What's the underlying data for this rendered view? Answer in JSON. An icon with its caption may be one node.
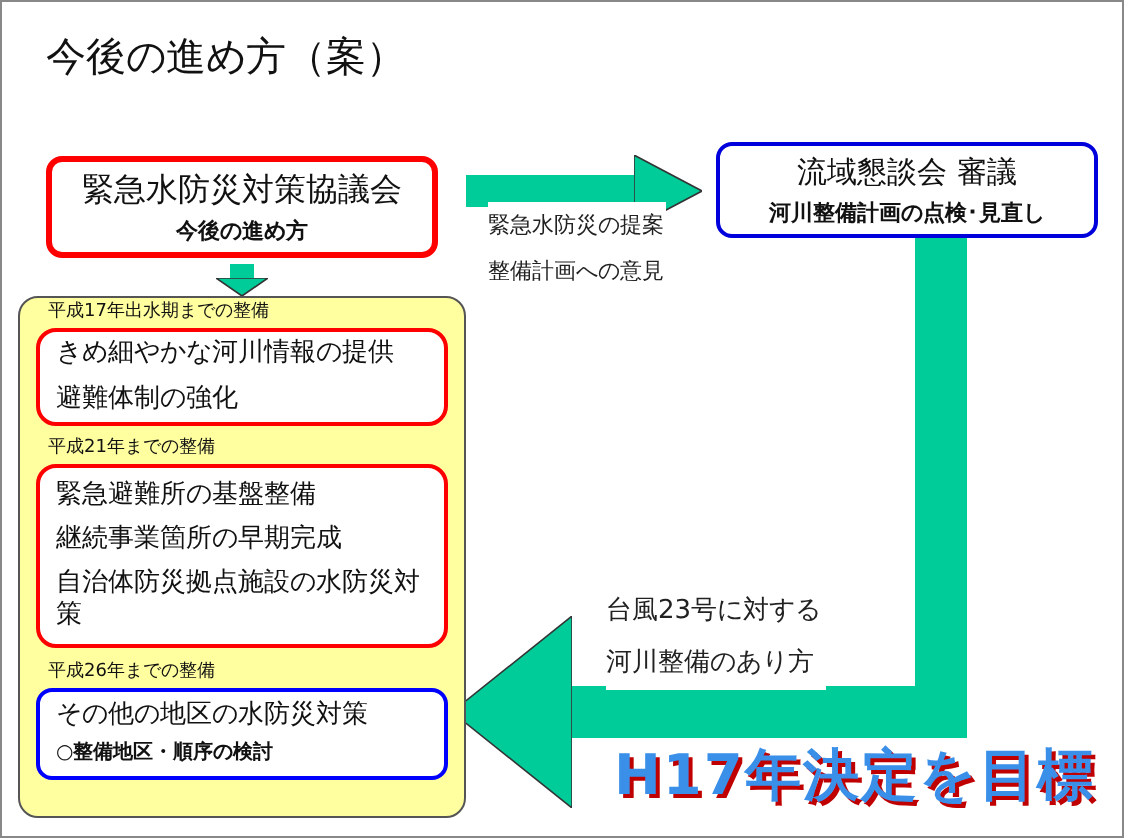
{
  "diagram": {
    "title": "今後の進め方（案）",
    "nodes": [
      {
        "text": [
          "緊急水防災対策協議会",
          "今後の進め方"
        ]
      },
      {
        "text": [
          "流域懇談会 審議",
          "河川整備計画の点検･見直し"
        ]
      },
      {
        "text": [],
        "shape": "box"
      },
      {
        "text": [
          "平成17年出水期までの整備",
          "きめ細やかな河川情報の提供",
          "避難体制の強化"
        ],
        "in": 2
      },
      {
        "text": [
          "平成21年までの整備",
          "緊急避難所の基盤整備",
          "継続事業箇所の早期完成",
          "自治体防災拠点施設の水防災対策"
        ],
        "in": 2
      },
      {
        "text": [
          "平成26年までの整備",
          "その他の地区の水防災対策",
          "○整備地区・順序の検討"
        ],
        "in": 2
      }
    ],
    "edges": [
      {
        "from": 0,
        "to": 1,
        "arrow": "to",
        "label": "緊急水防災の提案整備計画への意見"
      },
      {
        "from": 0,
        "to": 2,
        "arrow": "to"
      },
      {
        "from": 1,
        "to": 5,
        "arrow": "to",
        "label": "台風23号に対する河川整備のあり方"
      }
    ],
    "labels": [
      "H17年決定を目標"
    ]
  }
}
